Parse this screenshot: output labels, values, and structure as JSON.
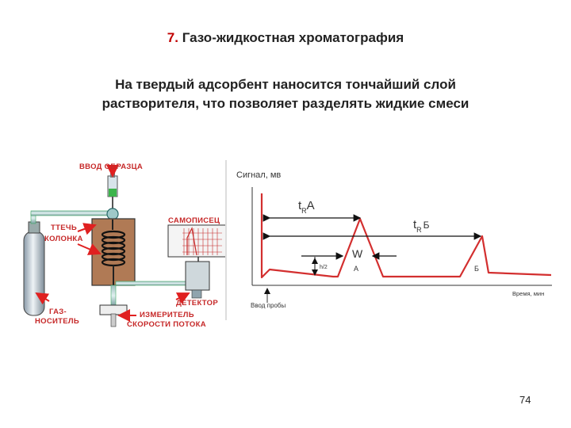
{
  "slide": {
    "number": "7.",
    "title": "Газо-жидкостная хроматография",
    "subtitle_line1": "На твердый адсорбент наносится тончайший слой",
    "subtitle_line2": "растворителя, что позволяет разделять жидкие смеси",
    "page_number": "74"
  },
  "apparatus": {
    "sample_inlet": "ВВОД ОБРАЗЦА",
    "leak": "ТТЕЧЬ",
    "column": "КОЛОНКА",
    "carrier_gas_1": "ГАЗ-",
    "carrier_gas_2": "НОСИТЕЛЬ",
    "recorder": "САМОПИСЕЦ",
    "detector": "ДЕТЕКТОР",
    "flow_meter_1": "ИЗМЕРИТЕЛЬ",
    "flow_meter_2": "СКОРОСТИ ПОТОКА"
  },
  "chromatogram": {
    "ylabel": "Сигнал, мв",
    "xlabel": "Время, мин",
    "injection": "Ввод пробы",
    "tr_a_main": "t",
    "tr_a_sub": "R",
    "tr_a_name": "A",
    "tr_b_main": "t",
    "tr_b_sub": "R",
    "tr_b_name": "Б",
    "width_label": "W",
    "half_height": "h/2",
    "peak_a": "A",
    "peak_b": "Б",
    "colors": {
      "signal": "#d32f2f",
      "arrow": "#111111"
    }
  }
}
